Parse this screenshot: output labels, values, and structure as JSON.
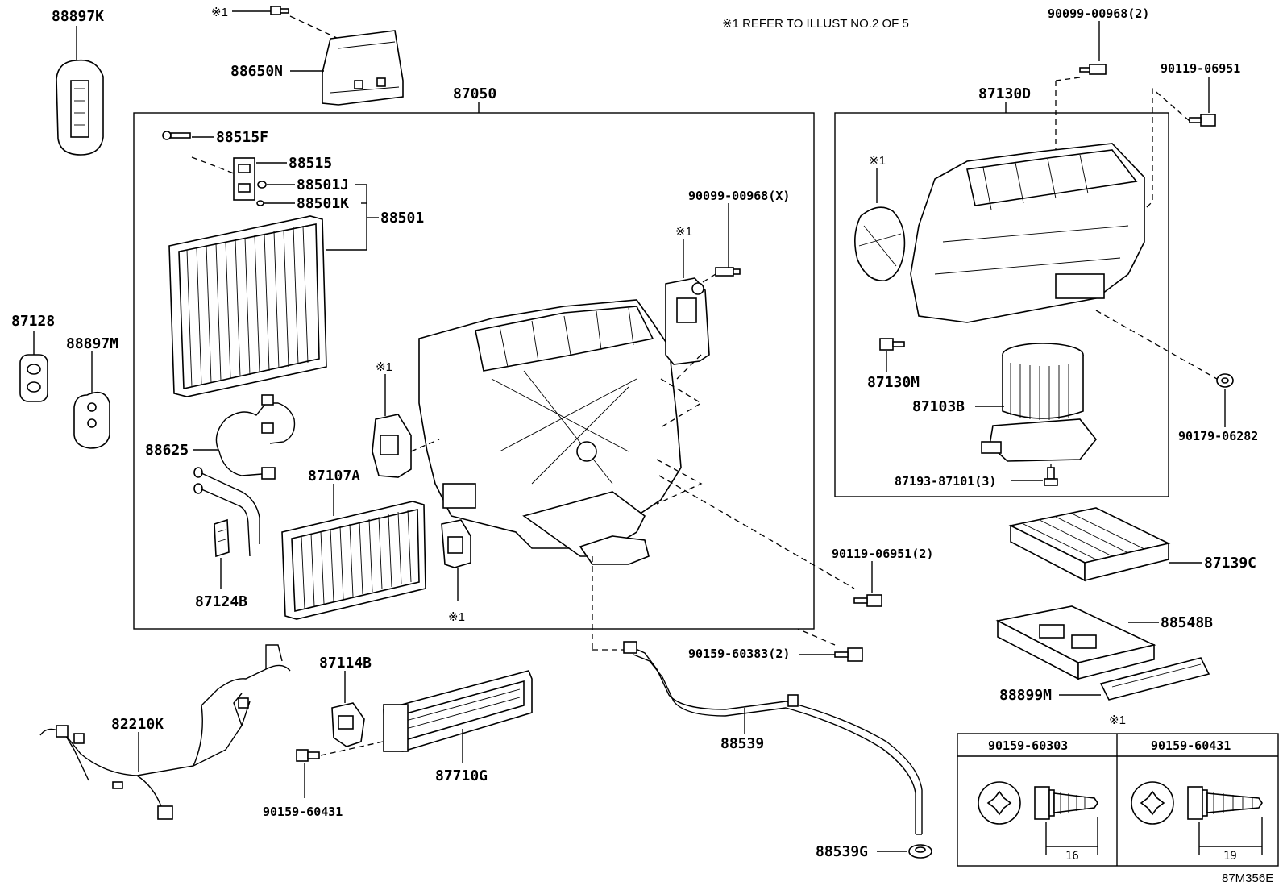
{
  "note": "※1 REFER TO ILLUST NO.2 OF 5",
  "illustration_code": "87M356E",
  "mark": "※1",
  "labels": {
    "p88897K": "88897K",
    "p88650N": "88650N",
    "p87050": "87050",
    "p88515F": "88515F",
    "p88515": "88515",
    "p88501J": "88501J",
    "p88501K": "88501K",
    "p88501": "88501",
    "p87128": "87128",
    "p88897M": "88897M",
    "p88625": "88625",
    "p87107A": "87107A",
    "p87124B": "87124B",
    "p90099_00968X": "90099-00968(X)",
    "p90099_00968_2": "90099-00968(2)",
    "p90119_06951": "90119-06951",
    "p87130D": "87130D",
    "p87130M": "87130M",
    "p87103B": "87103B",
    "p90179_06282": "90179-06282",
    "p87193_87101": "87193-87101(3)",
    "p90119_06951_2": "90119-06951(2)",
    "p87139C": "87139C",
    "p88548B": "88548B",
    "p90159_60383": "90159-60383(2)",
    "p88899M": "88899M",
    "p87114B": "87114B",
    "p82210K": "82210K",
    "p87710G": "87710G",
    "p90159_60431": "90159-60431",
    "p88539": "88539",
    "p88539G": "88539G"
  },
  "bolt_table": {
    "mark": "※1",
    "columns": [
      {
        "part": "90159-60303",
        "length": "16"
      },
      {
        "part": "90159-60431",
        "length": "19"
      }
    ]
  }
}
